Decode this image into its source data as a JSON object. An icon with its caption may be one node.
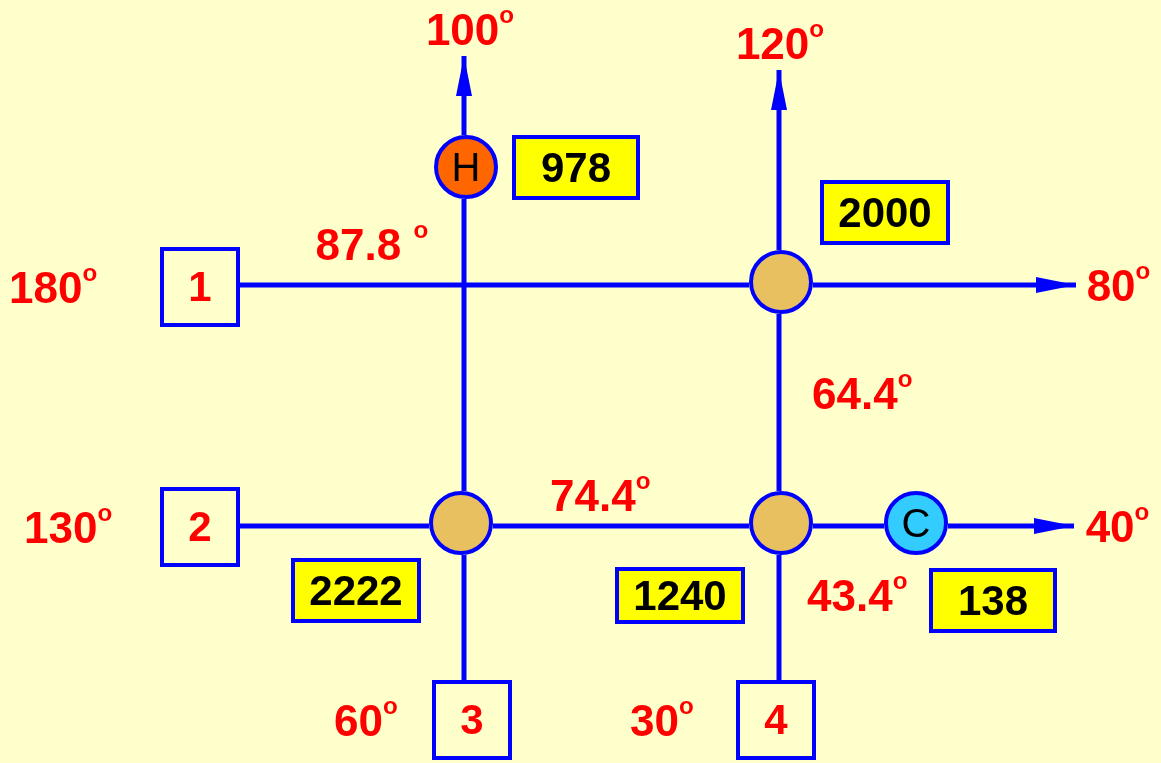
{
  "diagram": {
    "nodes": [
      {
        "text": [
          "100$^{o}$"
        ]
      },
      {
        "text": [
          "120$^{o}$"
        ]
      },
      {
        "text": [
          "H"
        ]
      },
      {
        "text": [
          "978"
        ]
      },
      {
        "text": [
          "2000"
        ]
      },
      {
        "text": [
          "1"
        ],
        "beside": [
          "180$^{o}$"
        ]
      },
      {
        "text": [],
        "shape": "circle"
      },
      {
        "text": [
          "80$^{o}$"
        ]
      },
      {
        "text": [
          "2"
        ],
        "beside": [
          "130$^{o}$"
        ]
      },
      {
        "text": [],
        "shape": "circle"
      },
      {
        "text": [],
        "shape": "circle"
      },
      {
        "text": [
          "C"
        ]
      },
      {
        "text": [
          "40$^{o}$"
        ]
      },
      {
        "text": [
          "2222"
        ]
      },
      {
        "text": [
          "1240"
        ]
      },
      {
        "text": [
          "138"
        ]
      },
      {
        "text": [
          "3"
        ],
        "beside": [
          "60$^{o}$"
        ]
      },
      {
        "text": [
          "4"
        ],
        "beside": [
          "30$^{o}$"
        ]
      }
    ],
    "edges": [
      {
        "from": 5,
        "to": 6,
        "arrow": "none"
      },
      {
        "from": 6,
        "to": 7,
        "arrow": "to"
      },
      {
        "from": 8,
        "to": 9,
        "arrow": "none"
      },
      {
        "from": 9,
        "to": 10,
        "arrow": "none",
        "label": "74.4$^{o}$"
      },
      {
        "from": 10,
        "to": 11,
        "arrow": "none",
        "label": "43.4$^{o}$"
      },
      {
        "from": 11,
        "to": 12,
        "arrow": "to"
      },
      {
        "from": 16,
        "to": 9,
        "arrow": "none"
      },
      {
        "from": 9,
        "to": 2,
        "arrow": "none",
        "label": "87.8 $^{o}$"
      },
      {
        "from": 2,
        "to": 0,
        "arrow": "to"
      },
      {
        "from": 17,
        "to": 10,
        "arrow": "none"
      },
      {
        "from": 10,
        "to": 6,
        "arrow": "none",
        "label": "64.4$^{o}$"
      },
      {
        "from": 6,
        "to": 1,
        "arrow": "to"
      }
    ]
  }
}
